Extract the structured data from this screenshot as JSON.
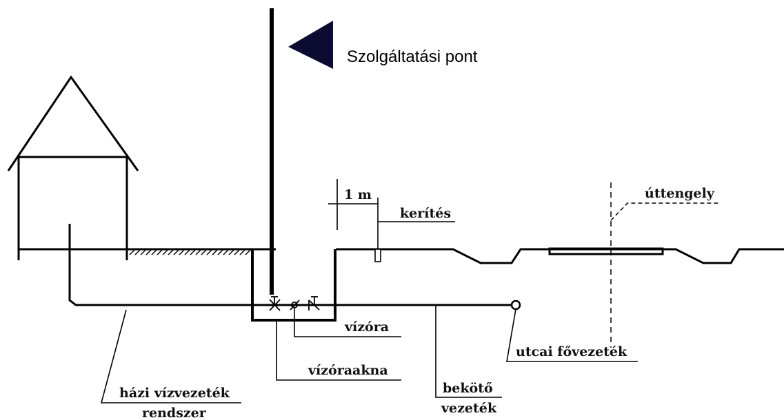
{
  "title": "Szolgáltatási pont",
  "labels": {
    "scale": "1 m",
    "fence": "kerítés",
    "road_axis": "úttengely",
    "meter": "vízóra",
    "meter_pit": "vízóraakna",
    "street_main": "utcai fővezeték",
    "connection_line_1": "bekötő",
    "connection_line_2": "vezeték",
    "house_system_1": "házi vízvezeték",
    "house_system_2": "rendszer"
  },
  "colors": {
    "line": "#000000",
    "flag": "#0c0c33",
    "background": "#ffffff"
  }
}
